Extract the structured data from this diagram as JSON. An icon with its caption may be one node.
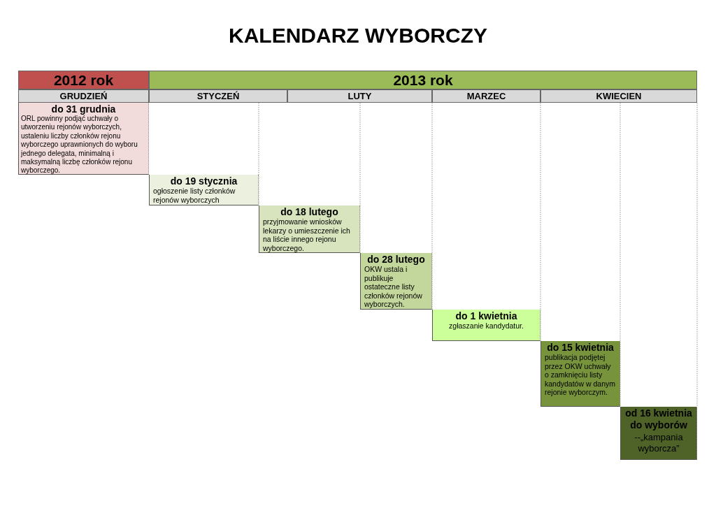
{
  "diagram": {
    "title": "KALENDARZ WYBORCZY",
    "nodes": [
      {
        "text": [
          "2012 rok"
        ]
      },
      {
        "text": [
          "2013 rok"
        ]
      },
      {
        "text": [
          "GRUDZIEŃ"
        ]
      },
      {
        "text": [
          "STYCZEŃ"
        ]
      },
      {
        "text": [
          "LUTY"
        ]
      },
      {
        "text": [
          "MARZEC"
        ]
      },
      {
        "text": [
          "KWIECIEN"
        ]
      },
      {
        "text": [
          "do 31 grudnia",
          "ORL powinny podjąć uchwały o utworzeniu rejonów wyborczych, ustaleniu liczby członków rejonu wyborczego uprawnionych do wyboru jednego delegata, minimalną i maksymalną liczbę członków rejonu wyborczego."
        ]
      },
      {
        "text": [
          "do 19 stycznia",
          "ogłoszenie listy członków rejonów wyborczych"
        ]
      },
      {
        "text": [
          "do 18 lutego",
          "przyjmowanie wniosków lekarzy o umieszczenie ich na liście innego rejonu wyborczego."
        ]
      },
      {
        "text": [
          "do 28 lutego",
          "OKW ustala i publikuje ostateczne listy członków rejonów wyborczych."
        ]
      },
      {
        "text": [
          "do 1 kwietnia",
          "zgłaszanie kandydatur."
        ]
      },
      {
        "text": [
          "do 15 kwietnia",
          "publikacja podjętej przez OKW uchwały o zamknięciu listy kandydatów w danym rejonie wyborczym."
        ]
      },
      {
        "text": [
          "od 16 kwietnia do wyborów",
          "--„kampania wyborcza”"
        ]
      }
    ]
  }
}
